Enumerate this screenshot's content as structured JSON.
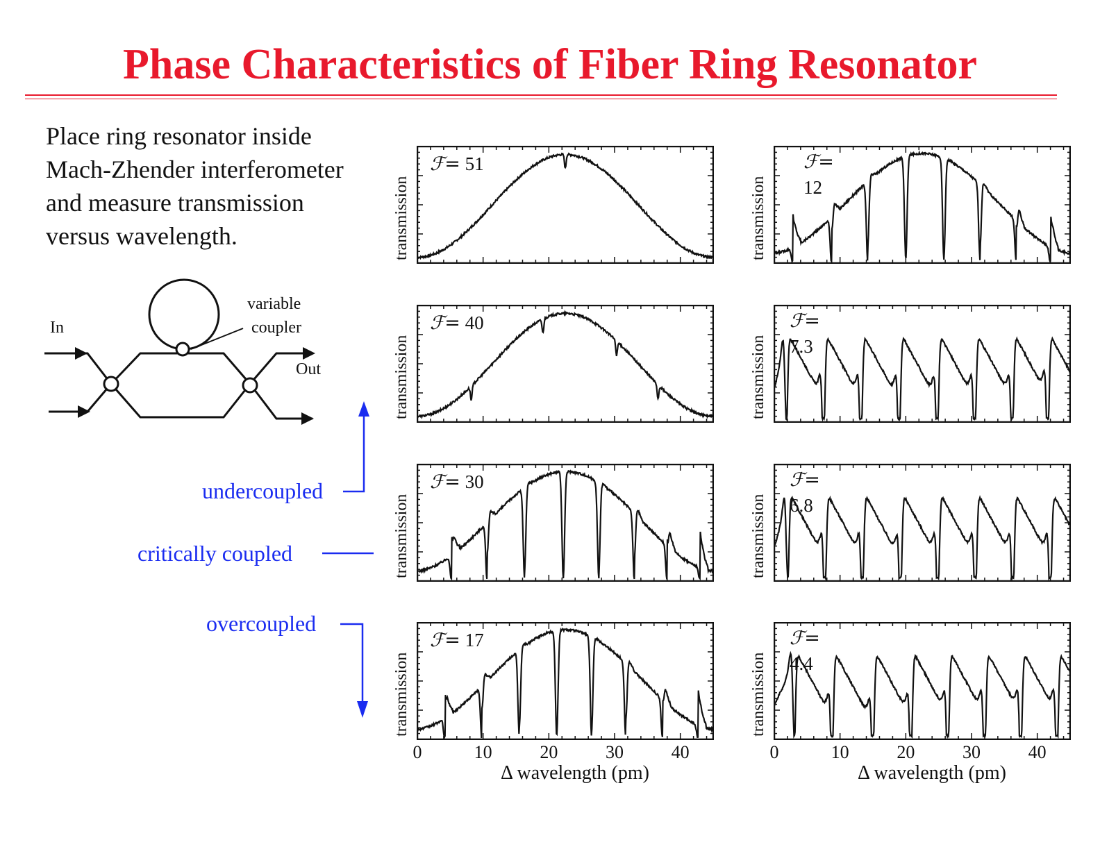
{
  "title": "Phase Characteristics of Fiber Ring Resonator",
  "intro_lines": [
    "Place ring resonator inside",
    "Mach-Zhender interferometer",
    "and measure transmission",
    "versus wavelength."
  ],
  "diagram": {
    "in_label": "In",
    "out_label": "Out",
    "coupler_label_1": "variable",
    "coupler_label_2": "coupler"
  },
  "annotations": {
    "undercoupled": "undercoupled",
    "critically": "critically coupled",
    "overcoupled": "overcoupled"
  },
  "colors": {
    "title": "#e8192c",
    "annotation": "#1a2cf0",
    "trace": "#111111"
  },
  "chart_data": [
    {
      "type": "line",
      "finesse_symbol": "ℱ",
      "finesse_value": "51",
      "ylabel": "transmission",
      "xlim": [
        0,
        45
      ],
      "shape": "single-fringe",
      "dip_positions": [
        22.5
      ]
    },
    {
      "type": "line",
      "finesse_symbol": "ℱ",
      "finesse_value": "40",
      "ylabel": "transmission",
      "xlim": [
        0,
        45
      ],
      "shape": "single-fringe",
      "dip_positions": [
        8.2,
        19.1,
        30.3,
        36.6
      ]
    },
    {
      "type": "line",
      "finesse_symbol": "ℱ",
      "finesse_value": "30",
      "ylabel": "transmission",
      "xlim": [
        0,
        45
      ],
      "shape": "steps-dips",
      "dip_positions": [
        5.2,
        10.6,
        16.3,
        22.2,
        27.6,
        33.0,
        38.0,
        43.0
      ]
    },
    {
      "type": "line",
      "finesse_symbol": "ℱ",
      "finesse_value": "17",
      "ylabel": "transmission",
      "xlim": [
        0,
        45
      ],
      "shape": "steps-dips",
      "dip_positions": [
        4.2,
        9.8,
        15.5,
        21.2,
        26.5,
        31.7,
        37.3,
        42.7
      ]
    },
    {
      "type": "line",
      "finesse_symbol": "ℱ=",
      "finesse_value": "12",
      "ylabel": "transmission",
      "xlim": [
        0,
        45
      ],
      "shape": "steps-dips",
      "dip_positions": [
        2.8,
        8.7,
        14.2,
        20.0,
        25.8,
        31.3,
        36.8,
        42.0
      ]
    },
    {
      "type": "line",
      "finesse_symbol": "ℱ=",
      "finesse_value": "7.3",
      "ylabel": "transmission",
      "xlim": [
        0,
        45
      ],
      "shape": "sawtooth",
      "dip_positions": [
        1.8,
        7.5,
        13.2,
        19.0,
        24.8,
        30.5,
        36.2,
        41.6
      ]
    },
    {
      "type": "line",
      "finesse_symbol": "ℱ=",
      "finesse_value": "6.8",
      "ylabel": "transmission",
      "xlim": [
        0,
        45
      ],
      "shape": "sawtooth",
      "dip_positions": [
        2.0,
        7.7,
        13.4,
        19.2,
        24.9,
        30.6,
        36.3,
        42.0
      ]
    },
    {
      "type": "line",
      "finesse_symbol": "ℱ=",
      "finesse_value": "4.4",
      "ylabel": "transmission",
      "xlim": [
        0,
        45
      ],
      "shape": "sawtooth",
      "dip_positions": [
        3.0,
        8.8,
        15.0,
        20.8,
        26.4,
        32.0,
        37.5,
        43.0
      ]
    }
  ],
  "x_axis": {
    "ticks": [
      "0",
      "10",
      "20",
      "30",
      "40"
    ],
    "tick_values": [
      0,
      10,
      20,
      30,
      40
    ],
    "label": "Δ wavelength (pm)"
  }
}
